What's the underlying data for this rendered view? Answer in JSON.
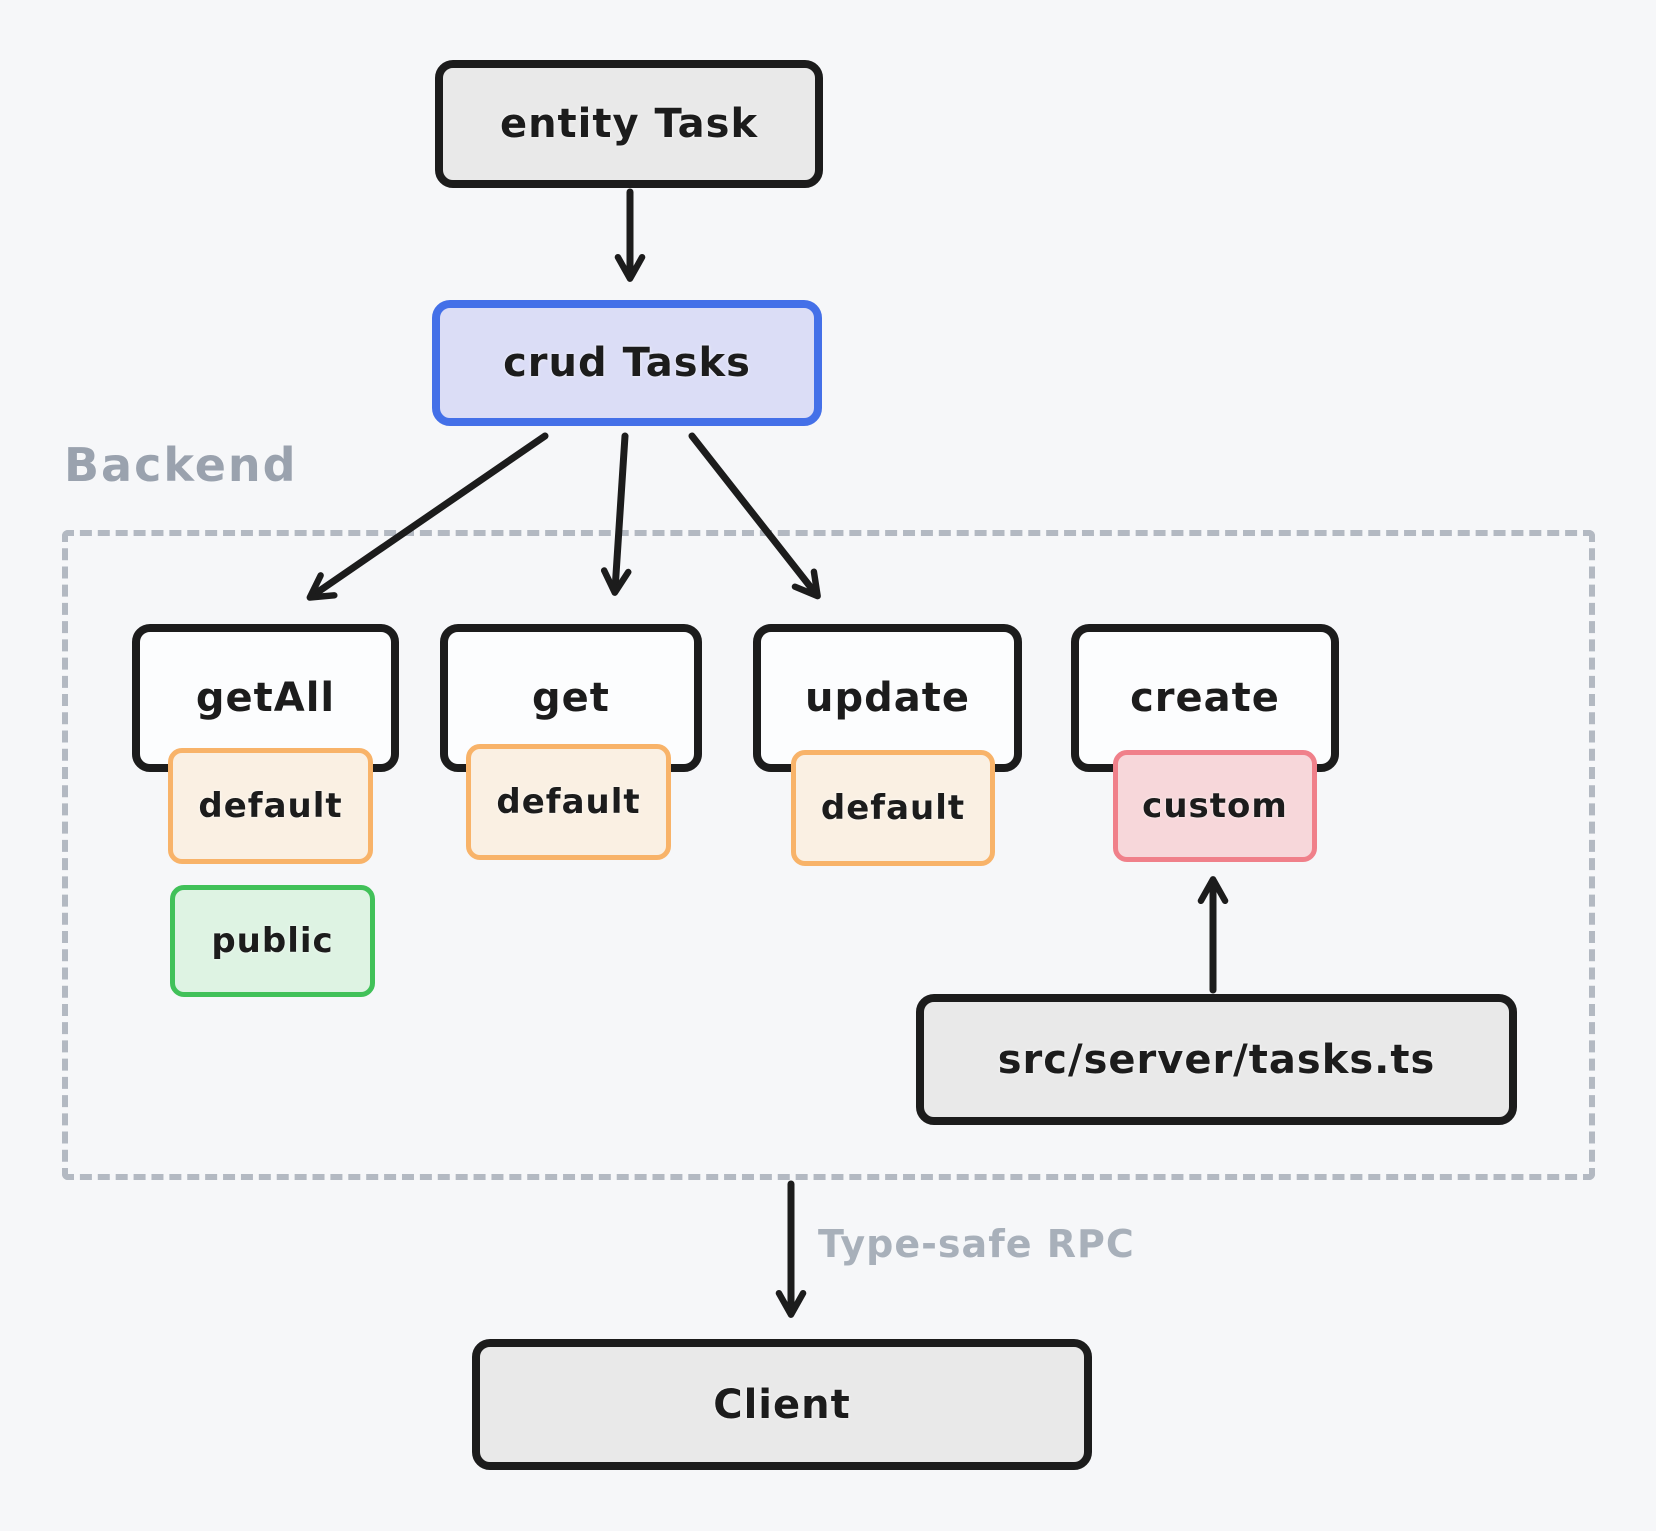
{
  "diagram": {
    "title_node": {
      "label": "entity Task"
    },
    "crud_node": {
      "label": "crud Tasks"
    },
    "backend_region": {
      "label": "Backend"
    },
    "operations": [
      {
        "id": "getAll",
        "label": "getAll",
        "badges": [
          {
            "label": "default",
            "type": "default"
          },
          {
            "label": "public",
            "type": "public"
          }
        ]
      },
      {
        "id": "get",
        "label": "get",
        "badges": [
          {
            "label": "default",
            "type": "default"
          }
        ]
      },
      {
        "id": "update",
        "label": "update",
        "badges": [
          {
            "label": "default",
            "type": "default"
          }
        ]
      },
      {
        "id": "create",
        "label": "create",
        "badges": [
          {
            "label": "custom",
            "type": "custom"
          }
        ]
      }
    ],
    "server_file_node": {
      "label": "src/server/tasks.ts"
    },
    "rpc_annotation": {
      "label": "Type-safe RPC"
    },
    "client_node": {
      "label": "Client"
    }
  },
  "colors": {
    "bg": "#f6f7f9",
    "ink": "#1c1c1c",
    "gray_fill": "#e9e9e9",
    "blue_border": "#4470e8",
    "blue_fill": "#dbddf6",
    "orange_border": "#f8b369",
    "orange_fill": "#faf0e3",
    "red_border": "#f0808a",
    "red_fill": "#f7d7da",
    "green_border": "#41c159",
    "green_fill": "#def3e3",
    "dash": "#b3b9c2",
    "muted": "#9aa2ae",
    "muted_light": "#a8b0ba"
  }
}
